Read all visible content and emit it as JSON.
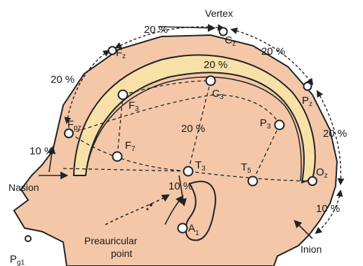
{
  "landmarks": {
    "vertex": "Vertex",
    "nasion": "Nasion",
    "inion": "Inion",
    "preauricular_line1": "Preauricular",
    "preauricular_line2": "point"
  },
  "percentages": {
    "top_arc": "20 %",
    "upper_right_arc": "20 %",
    "upper_left_arc": "20 %",
    "right_arc": "20 %",
    "lower_right_arc": "10 %",
    "left_side": "10 %",
    "center_top": "20 %",
    "center_mid": "20 %",
    "ear": "10 %"
  },
  "electrodes": {
    "fz": {
      "main": "F",
      "sub": "z"
    },
    "cz": {
      "main": "C",
      "sub": "z"
    },
    "pz": {
      "main": "P",
      "sub": "z"
    },
    "fpz": {
      "main": "F",
      "sub": "pz"
    },
    "f3": {
      "main": "F",
      "sub": "3"
    },
    "c3": {
      "main": "C",
      "sub": "3"
    },
    "p3": {
      "main": "P",
      "sub": "3"
    },
    "f7": {
      "main": "F",
      "sub": "7"
    },
    "t3": {
      "main": "T",
      "sub": "3"
    },
    "t5": {
      "main": "T",
      "sub": "5"
    },
    "oz": {
      "main": "O",
      "sub": "z"
    },
    "a1": {
      "main": "A",
      "sub": "1"
    },
    "pg1": {
      "main": "P",
      "sub": "g1"
    }
  },
  "colors": {
    "skin": "#f3c7a8",
    "brain_band": "#f7e1a8",
    "line": "#222222"
  }
}
